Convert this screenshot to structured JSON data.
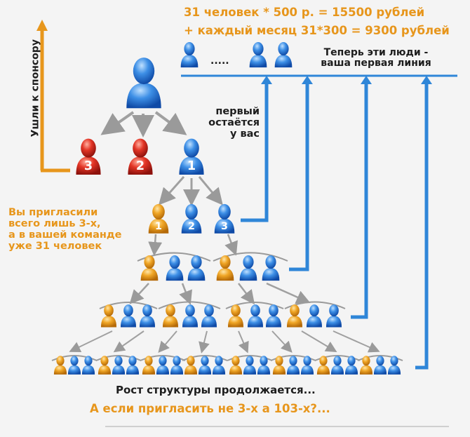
{
  "header": {
    "line1": "31 человек * 500 р. = 15500 рублей",
    "line2": "+ каждый месяц 31*300 = 9300 рублей"
  },
  "first_line": {
    "dots": ".....",
    "caption_1": "Теперь эти люди -",
    "caption_2": "ваша первая линия"
  },
  "left_arrow_label": "Ушли к спонсору",
  "first_stays": {
    "line1": "первый",
    "line2": "остаётся",
    "line3": "у вас"
  },
  "invited_note": {
    "line1": "Вы пригласили",
    "line2": "всего лишь 3-х,",
    "line3": "а в вашей команде",
    "line4": "уже 31 человек"
  },
  "footer": {
    "line1": "Рост структуры продолжается...",
    "line2": "А если пригласить не 3-х а 103-х?..."
  },
  "badges": {
    "red_left": "3",
    "red_mid": "2",
    "you": "1",
    "level1": [
      "1",
      "2",
      "3"
    ]
  },
  "colors": {
    "orange": "#e7961c",
    "blue": "#2a78d8",
    "red": "#d32b20",
    "line_blue": "#2f86d8"
  },
  "icons": {
    "person": "person-icon"
  }
}
